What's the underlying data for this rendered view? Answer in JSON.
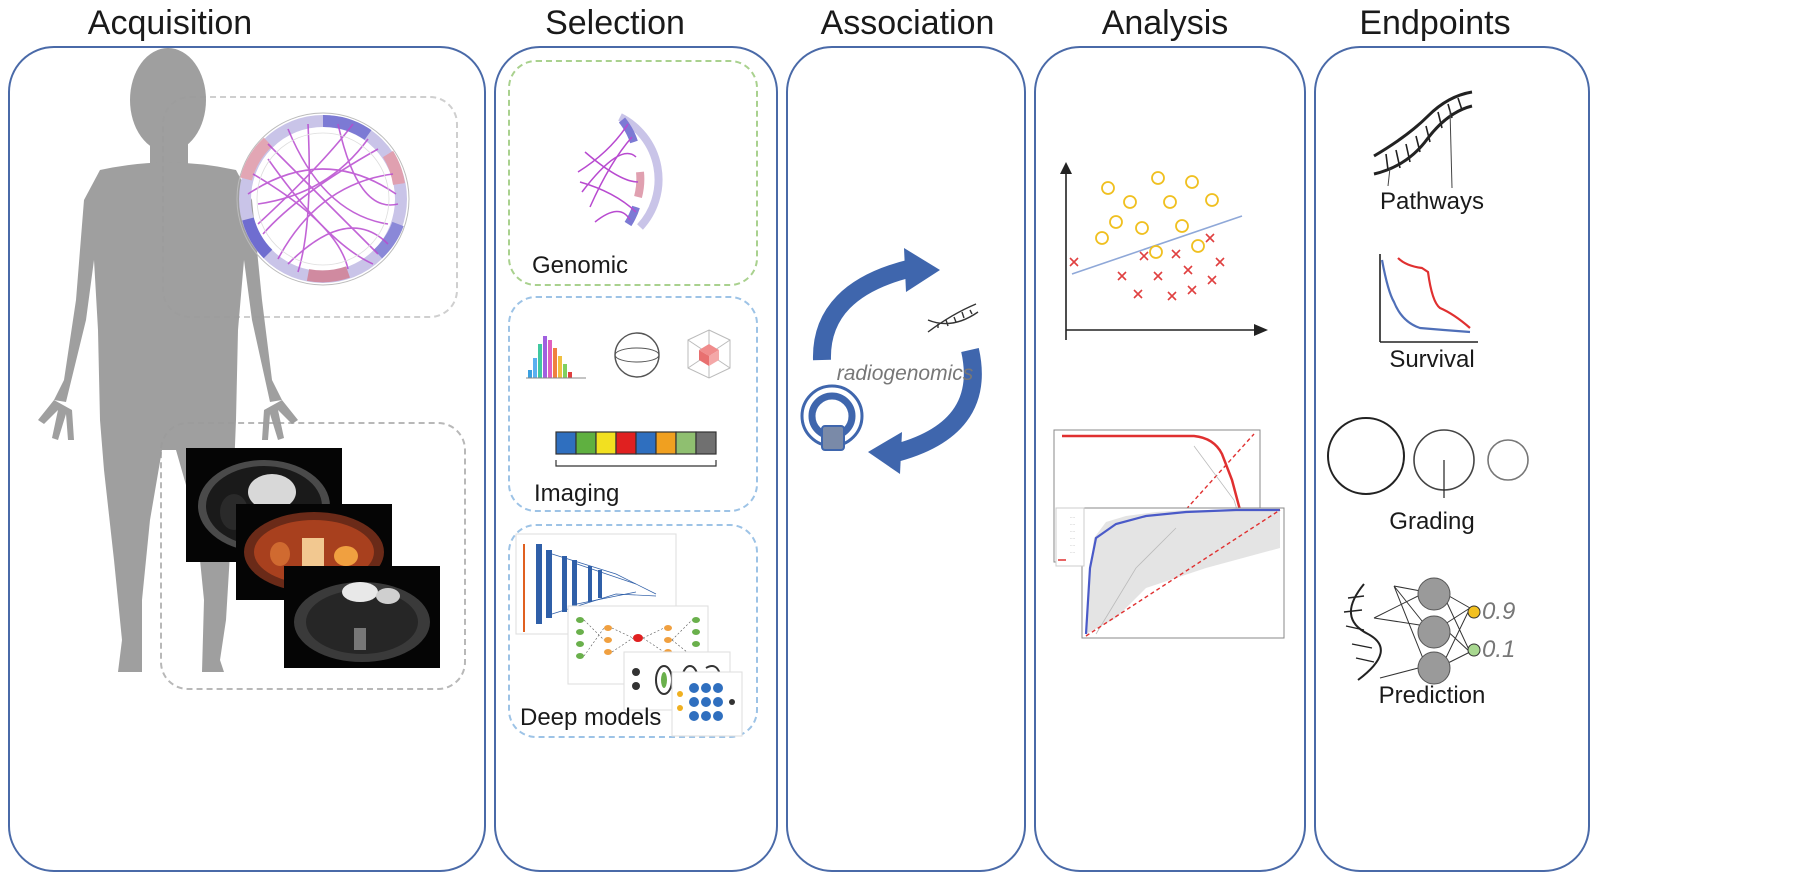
{
  "columns": {
    "acquisition": "Acquisition",
    "selection": "Selection",
    "association": "Association",
    "analysis": "Analysis",
    "endpoints": "Endpoints"
  },
  "selection": {
    "genomic": "Genomic",
    "imaging": "Imaging",
    "deep_models": "Deep models"
  },
  "association": {
    "cycle_label": "radiogenomics"
  },
  "endpoints": {
    "pathways": "Pathways",
    "survival": "Survival",
    "grading": "Grading",
    "prediction": "Prediction",
    "output_high": "0.9",
    "output_low": "0.1"
  },
  "colors": {
    "panel_border": "#4a6aa8",
    "genomic_dash": "#a9d18e",
    "imaging_dash": "#9dc3e6",
    "arrow_blue": "#3f66ad",
    "survival_red": "#e03030",
    "survival_blue": "#4f6fb8"
  },
  "imaging_feature_bar": [
    "#2f6fbf",
    "#5fb040",
    "#f2e020",
    "#e02020",
    "#2f6fbf",
    "#f0a020",
    "#8fbf70",
    "#707070"
  ]
}
